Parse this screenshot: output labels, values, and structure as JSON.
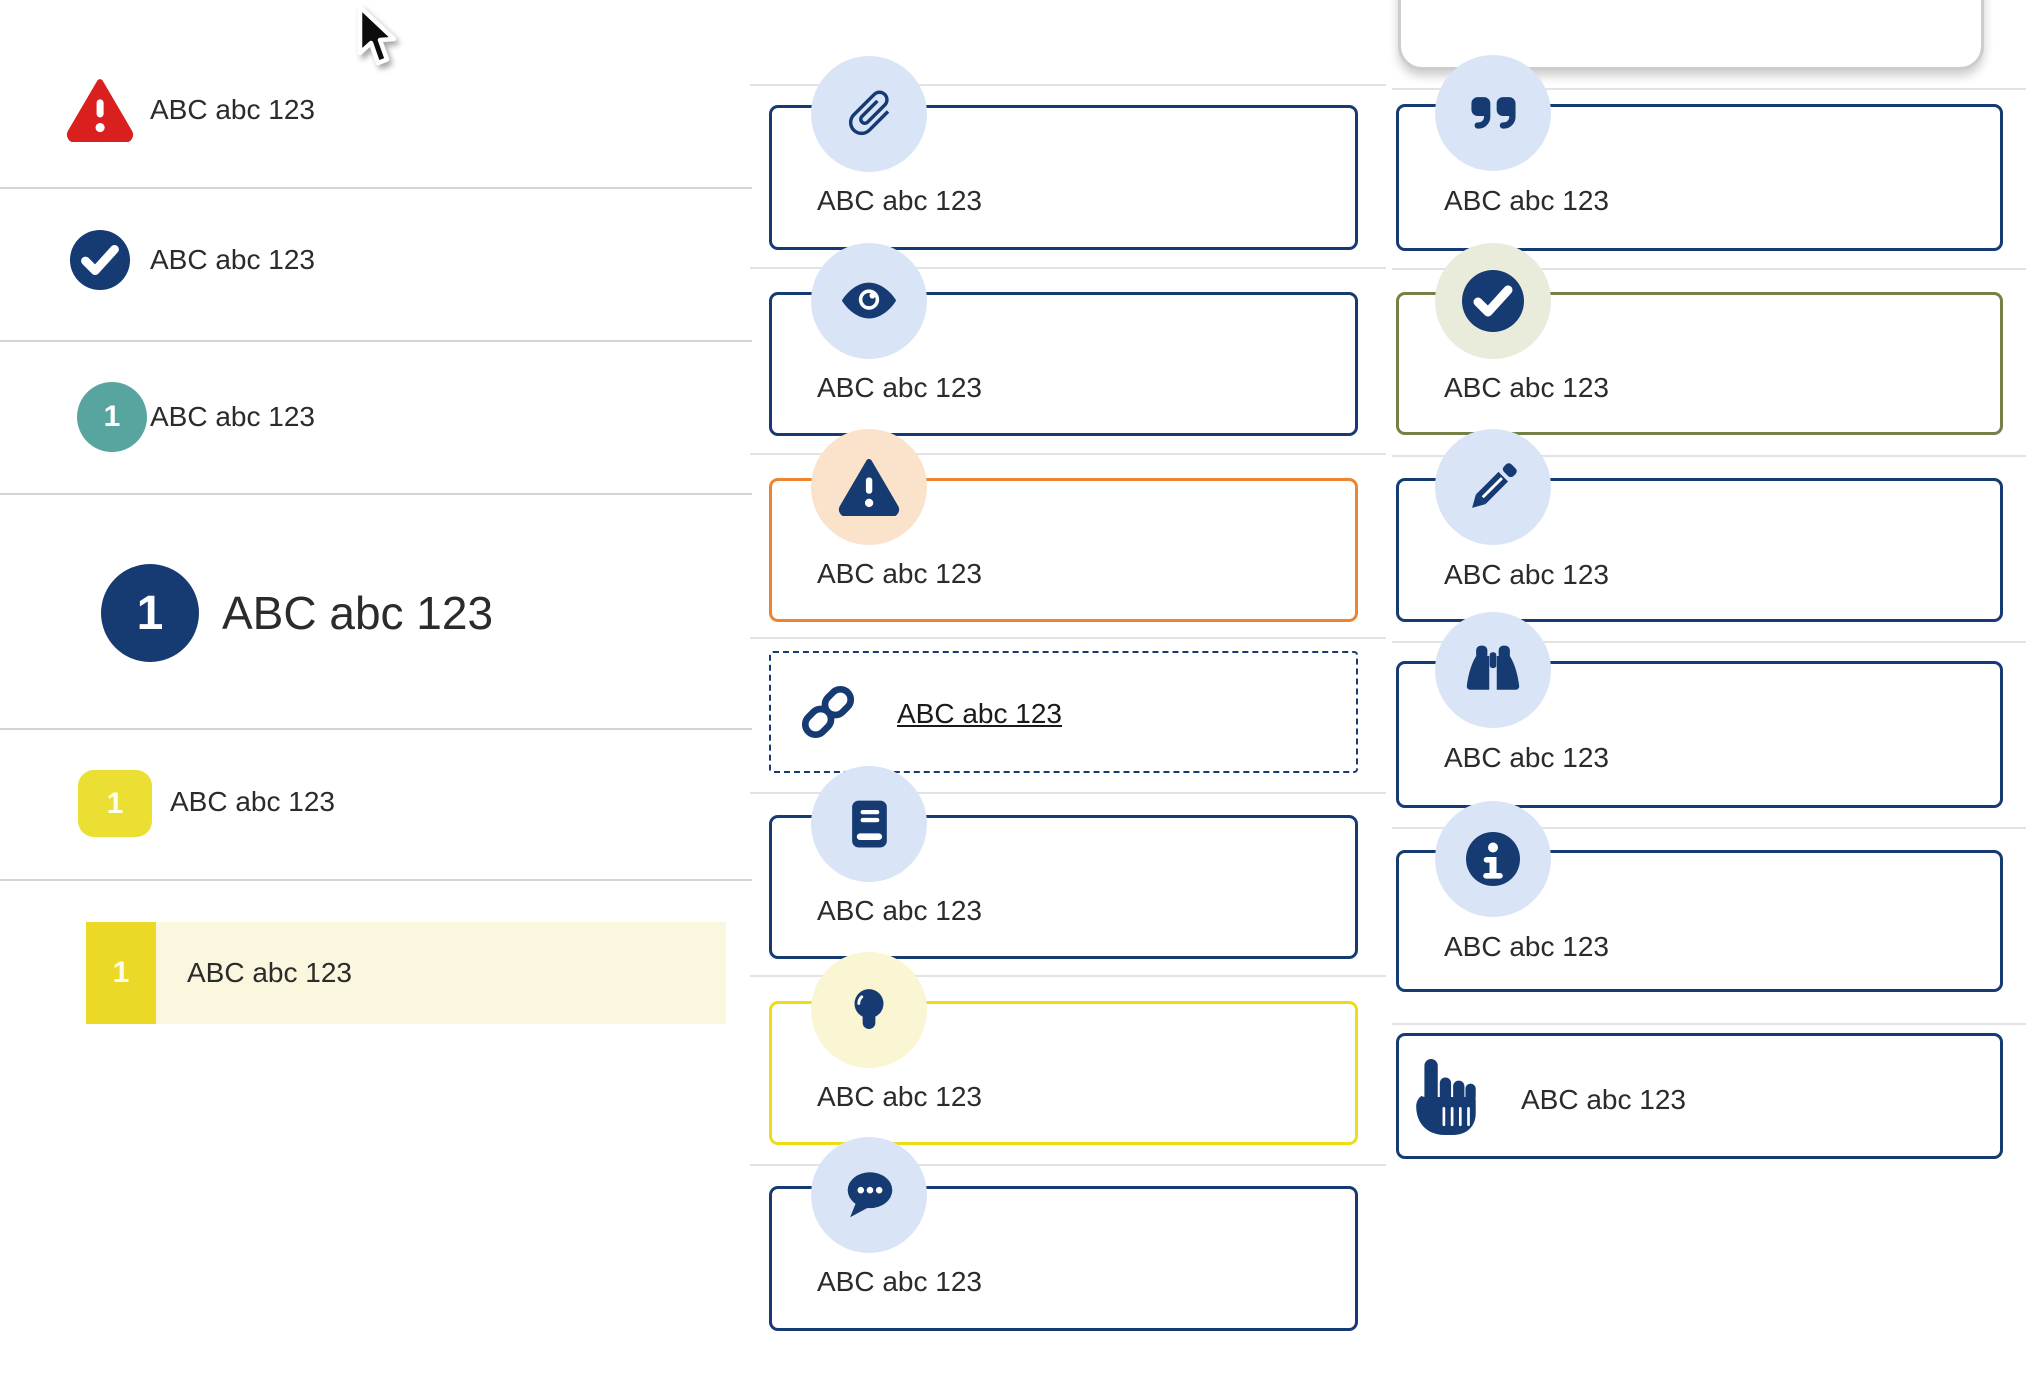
{
  "placeholder_text": "ABC abc 123",
  "colors": {
    "navy": "#163a72",
    "light_blue_circle": "#d9e5f7",
    "red": "#d9201f",
    "teal": "#58a5a0",
    "yellow_marker": "#ecdf33",
    "yellow_highlight_row": "#fbf7df",
    "yellow_border": "#eedc17",
    "pale_yellow_circle": "#faf5d3",
    "orange_border": "#ec8430",
    "peach_circle": "#fbe3cb",
    "olive_border": "#748045",
    "pale_green_circle": "#e9ecdb",
    "text": "#2b2b2b",
    "divider": "#d4d4d4"
  },
  "left_list": {
    "items": [
      {
        "icon": "alert-triangle-icon",
        "label": "ABC abc 123"
      },
      {
        "icon": "check-circle-icon",
        "label": "ABC abc 123"
      },
      {
        "icon": "number-badge-teal",
        "badge": "1",
        "label": "ABC abc 123"
      },
      {
        "icon": "number-badge-navy-large",
        "badge": "1",
        "label": "ABC abc 123"
      },
      {
        "icon": "number-badge-yellow",
        "badge": "1",
        "label": "ABC abc 123"
      },
      {
        "icon": "number-badge-yellow-highlight",
        "badge": "1",
        "label": "ABC abc 123"
      }
    ]
  },
  "middle_column": {
    "cards": [
      {
        "icon": "paperclip-icon",
        "variant": "navy",
        "label": "ABC abc 123"
      },
      {
        "icon": "eye-icon",
        "variant": "navy",
        "label": "ABC abc 123"
      },
      {
        "icon": "alert-triangle-icon",
        "variant": "orange",
        "label": "ABC abc 123"
      },
      {
        "icon": "link-icon",
        "variant": "dashed",
        "label": "ABC abc 123"
      },
      {
        "icon": "book-icon",
        "variant": "navy",
        "label": "ABC abc 123"
      },
      {
        "icon": "lightbulb-icon",
        "variant": "yellow",
        "label": "ABC abc 123"
      },
      {
        "icon": "speech-bubble-icon",
        "variant": "navy",
        "label": "ABC abc 123"
      }
    ]
  },
  "right_column": {
    "cards": [
      {
        "icon": "quote-icon",
        "variant": "navy",
        "label": "ABC abc 123"
      },
      {
        "icon": "check-circle-icon",
        "variant": "olive",
        "label": "ABC abc 123"
      },
      {
        "icon": "pencil-icon",
        "variant": "navy",
        "label": "ABC abc 123"
      },
      {
        "icon": "binoculars-icon",
        "variant": "navy",
        "label": "ABC abc 123"
      },
      {
        "icon": "info-icon",
        "variant": "navy",
        "label": "ABC abc 123"
      },
      {
        "icon": "hand-pointer-icon",
        "variant": "navy",
        "label": "ABC abc 123"
      }
    ]
  }
}
